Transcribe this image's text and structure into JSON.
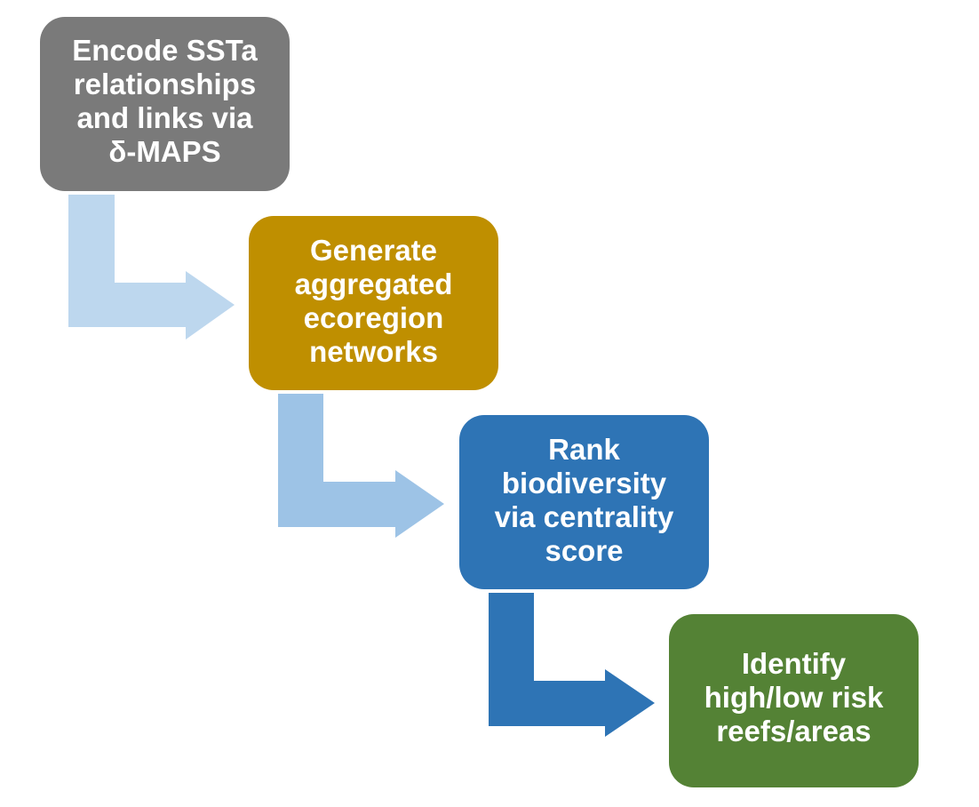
{
  "diagram": {
    "type": "process-flow",
    "direction": "diagonal-down-right",
    "steps": [
      {
        "id": 1,
        "label": "Encode SSTa\nrelationships\nand links via\nδ-MAPS",
        "color": "#7a7a7a"
      },
      {
        "id": 2,
        "label": "Generate\naggregated\necoregion\nnetworks",
        "color": "#bf8f00"
      },
      {
        "id": 3,
        "label": "Rank\nbiodiversity\nvia centrality\nscore",
        "color": "#2e74b5"
      },
      {
        "id": 4,
        "label": "Identify\nhigh/low risk\nreefs/areas",
        "color": "#548235"
      }
    ],
    "arrows": [
      {
        "from": 1,
        "to": 2,
        "color": "#bdd7ee",
        "shape": "bent-arrow"
      },
      {
        "from": 2,
        "to": 3,
        "color": "#9dc3e6",
        "shape": "bent-arrow"
      },
      {
        "from": 3,
        "to": 4,
        "color": "#2e74b5",
        "shape": "bent-arrow"
      }
    ]
  }
}
